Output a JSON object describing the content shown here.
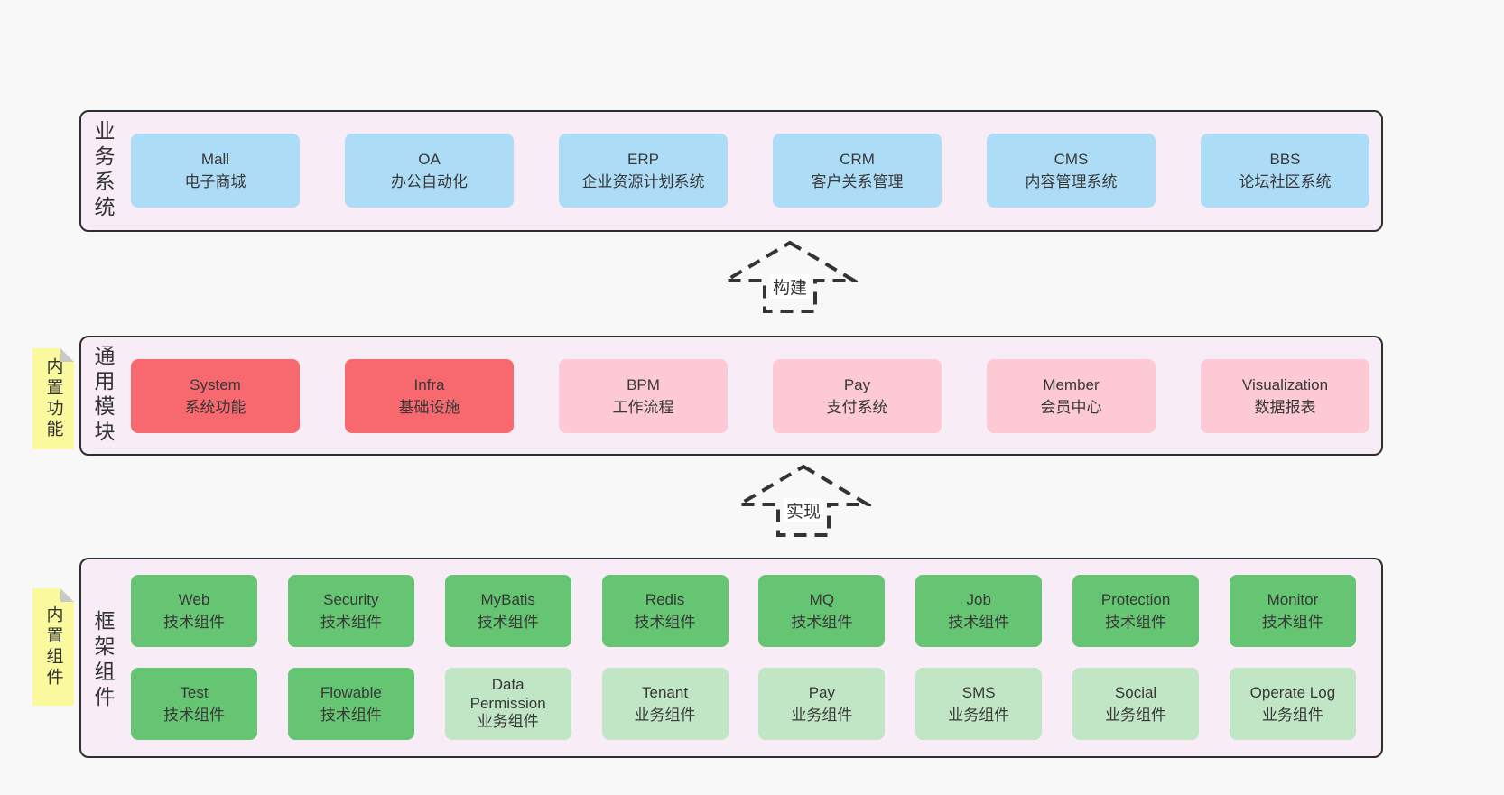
{
  "colors": {
    "page_bg": "#f8f8f8",
    "band_bg": "#f8edf6",
    "band_border": "#2e2e2e",
    "box_blue": "#addcf7",
    "box_red": "#f7686f",
    "box_pink": "#fcc9d4",
    "box_green_dark": "#66c573",
    "box_green_light": "#c0e6c5",
    "sticky_yellow": "#fbf99e",
    "sticky_fold": "#c9c9c9"
  },
  "arrows": {
    "build": "构建",
    "implement": "实现"
  },
  "bands": {
    "business": {
      "label": "业务系统",
      "boxes": [
        {
          "title": "Mall",
          "subtitle": "电子商城"
        },
        {
          "title": "OA",
          "subtitle": "办公自动化"
        },
        {
          "title": "ERP",
          "subtitle": "企业资源计划系统"
        },
        {
          "title": "CRM",
          "subtitle": "客户关系管理"
        },
        {
          "title": "CMS",
          "subtitle": "内容管理系统"
        },
        {
          "title": "BBS",
          "subtitle": "论坛社区系统"
        }
      ]
    },
    "modules": {
      "label": "通用模块",
      "sticky": "内置功能",
      "boxes": [
        {
          "title": "System",
          "subtitle": "系统功能"
        },
        {
          "title": "Infra",
          "subtitle": "基础设施"
        },
        {
          "title": "BPM",
          "subtitle": "工作流程"
        },
        {
          "title": "Pay",
          "subtitle": "支付系统"
        },
        {
          "title": "Member",
          "subtitle": "会员中心"
        },
        {
          "title": "Visualization",
          "subtitle": "数据报表"
        }
      ]
    },
    "components": {
      "label": "框架组件",
      "sticky": "内置组件",
      "row1": [
        {
          "title": "Web",
          "subtitle": "技术组件"
        },
        {
          "title": "Security",
          "subtitle": "技术组件"
        },
        {
          "title": "MyBatis",
          "subtitle": "技术组件"
        },
        {
          "title": "Redis",
          "subtitle": "技术组件"
        },
        {
          "title": "MQ",
          "subtitle": "技术组件"
        },
        {
          "title": "Job",
          "subtitle": "技术组件"
        },
        {
          "title": "Protection",
          "subtitle": "技术组件"
        },
        {
          "title": "Monitor",
          "subtitle": "技术组件"
        }
      ],
      "row2": [
        {
          "title": "Test",
          "subtitle": "技术组件"
        },
        {
          "title": "Flowable",
          "subtitle": "技术组件"
        },
        {
          "title": "Data Permission",
          "subtitle": "业务组件"
        },
        {
          "title": "Tenant",
          "subtitle": "业务组件"
        },
        {
          "title": "Pay",
          "subtitle": "业务组件"
        },
        {
          "title": "SMS",
          "subtitle": "业务组件"
        },
        {
          "title": "Social",
          "subtitle": "业务组件"
        },
        {
          "title": "Operate Log",
          "subtitle": "业务组件"
        }
      ]
    }
  }
}
